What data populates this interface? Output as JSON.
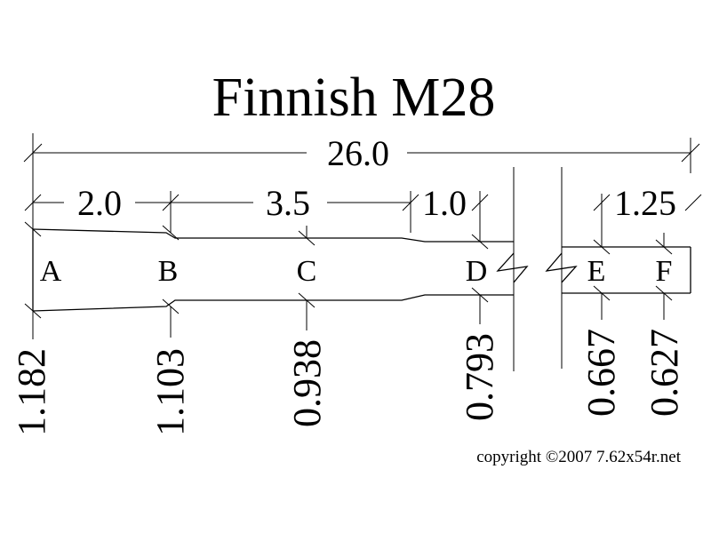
{
  "title": "Finnish M28",
  "dimensions": {
    "overall_length": "26.0",
    "segment_a_b": "2.0",
    "segment_b_c": "3.5",
    "segment_c_d": "1.0",
    "segment_e_f": "1.25"
  },
  "stations": [
    {
      "letter": "A",
      "diameter": "1.182"
    },
    {
      "letter": "B",
      "diameter": "1.103"
    },
    {
      "letter": "C",
      "diameter": "0.938"
    },
    {
      "letter": "D",
      "diameter": "0.793"
    },
    {
      "letter": "E",
      "diameter": "0.667"
    },
    {
      "letter": "F",
      "diameter": "0.627"
    }
  ],
  "copyright": "copyright ©2007 7.62x54r.net"
}
